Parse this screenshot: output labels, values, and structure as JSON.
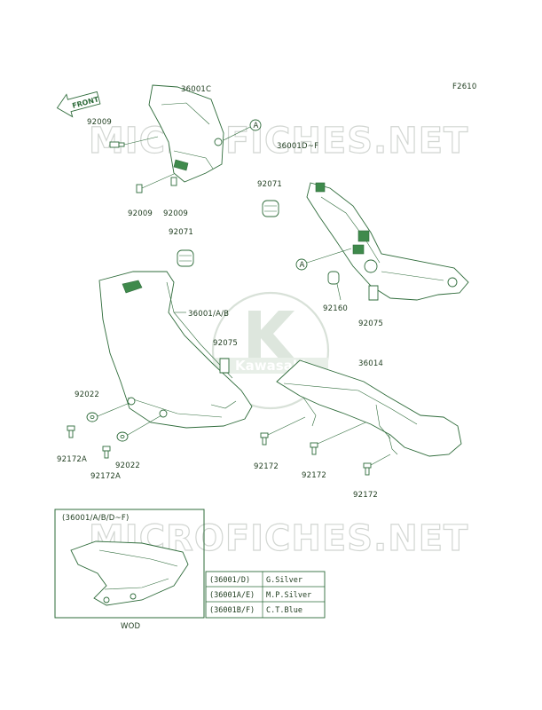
{
  "figure_code": "F2610",
  "front_label": "FRONT",
  "watermark": "MICROFICHES.NET",
  "logo_text": "Kawasaki",
  "callout_letter": "A",
  "labels": {
    "p36001C": "36001C",
    "p92009_a": "92009",
    "p92009_b": "92009",
    "p92009_c": "92009",
    "p36001DF": "36001D~F",
    "p92071_a": "92071",
    "p92071_b": "92071",
    "p92160": "92160",
    "p92075_a": "92075",
    "p92075_b": "92075",
    "p36001AB": "36001/A/B",
    "p36014": "36014",
    "p92022_a": "92022",
    "p92022_b": "92022",
    "p92172A_a": "92172A",
    "p92172A_b": "92172A",
    "p92172_a": "92172",
    "p92172_b": "92172",
    "p92172_c": "92172"
  },
  "inset": {
    "title": "(36001/A/B/D~F)",
    "caption": "WOD",
    "color_table": [
      {
        "code": "(36001/D)",
        "color": "G.Silver"
      },
      {
        "code": "(36001A/E)",
        "color": "M.P.Silver"
      },
      {
        "code": "(36001B/F)",
        "color": "C.T.Blue"
      }
    ]
  }
}
